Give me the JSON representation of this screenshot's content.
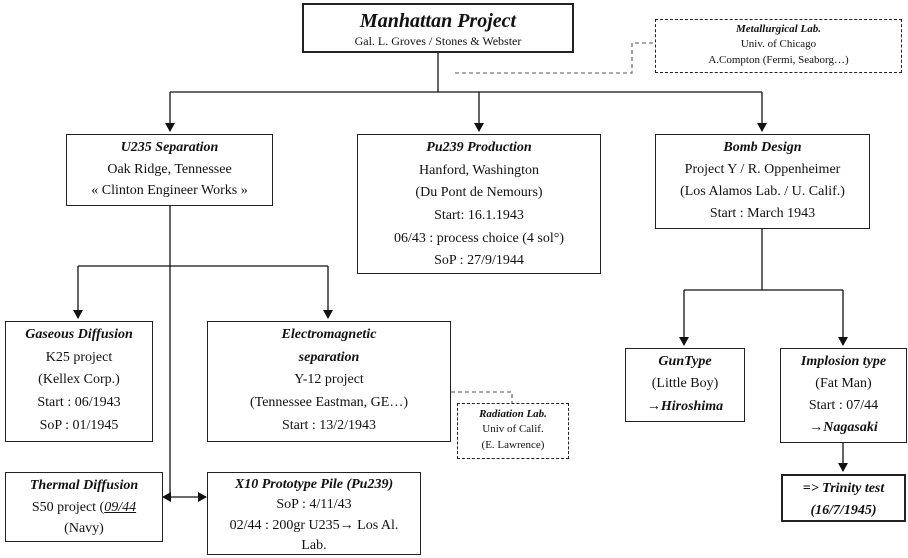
{
  "manhattan": {
    "title": "Manhattan Project",
    "line1": "Gal. L. Groves / Stones & Webster"
  },
  "metallurgical": {
    "title": "Metallurgical Lab.",
    "line1": "Univ. of Chicago",
    "line2": "A.Compton (Fermi, Seaborg…)"
  },
  "u235": {
    "title": "U235 Separation",
    "line1": "Oak Ridge, Tennessee",
    "line2": "« Clinton Engineer Works »"
  },
  "pu239": {
    "title": "Pu239 Production",
    "line1": "Hanford, Washington",
    "line2": "(Du Pont de Nemours)",
    "line3": "Start: 16.1.1943",
    "line4": "06/43 : process choice (4 sol°)",
    "line5": "SoP : 27/9/1944"
  },
  "bomb": {
    "title": "Bomb Design",
    "line1": "Project Y / R. Oppenheimer",
    "line2": "(Los Alamos Lab. / U. Calif.)",
    "line3": "Start : March 1943"
  },
  "gaseous": {
    "title": "Gaseous Diffusion",
    "line1": "K25 project",
    "line2": "(Kellex Corp.)",
    "line3": "Start : 06/1943",
    "line4": "SoP : 01/1945"
  },
  "electro": {
    "title1": "Electromagnetic",
    "title2": "separation",
    "line1": "Y-12 project",
    "line2": "(Tennessee Eastman, GE…)",
    "line3": "Start : 13/2/1943"
  },
  "radiation": {
    "title": "Radiation Lab.",
    "line1": "Univ of Calif.",
    "line2": "(E. Lawrence)"
  },
  "guntype": {
    "title": "GunType",
    "line1": "(Little Boy)",
    "result": "Hiroshima"
  },
  "implosion": {
    "title": "Implosion type",
    "line1": "(Fat Man)",
    "line2": "Start : 07/44",
    "result": "Nagasaki"
  },
  "trinity": {
    "line1": "=> Trinity test",
    "line2": "(16/7/1945)"
  },
  "thermal": {
    "title": "Thermal Diffusion",
    "line1_prefix": "S50 project (",
    "line1_date": "09/44",
    "line2": "(Navy)"
  },
  "x10": {
    "title": "X10 Prototype Pile (Pu239)",
    "line1": "SoP : 4/11/43",
    "line2": "02/44 : 200gr U235",
    "line2_tail": "Los Al.",
    "line3": "Lab."
  },
  "arrow_glyph": "→"
}
